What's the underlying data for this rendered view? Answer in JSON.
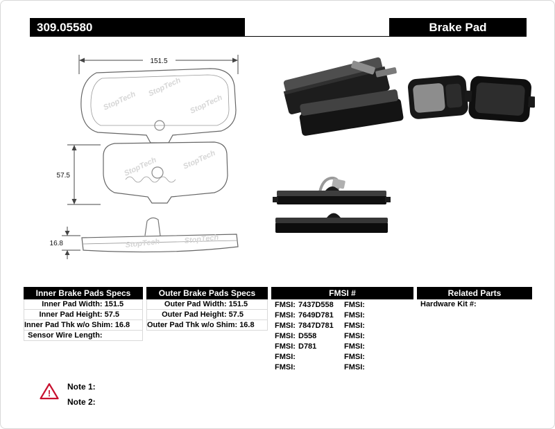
{
  "header": {
    "part_number": "309.05580",
    "title": "Brake Pad"
  },
  "drawing": {
    "watermark": "StopTech",
    "dims": {
      "width": "151.5",
      "height": "57.5",
      "thickness": "16.8"
    }
  },
  "specs": {
    "inner": {
      "title": "Inner Brake Pads Specs",
      "rows": [
        {
          "label": "Inner Pad Width:",
          "value": "151.5"
        },
        {
          "label": "Inner Pad Height:",
          "value": "57.5"
        },
        {
          "label": "Inner Pad Thk w/o Shim:",
          "value": "16.8"
        },
        {
          "label": "Sensor Wire Length:",
          "value": ""
        }
      ]
    },
    "outer": {
      "title": "Outer Brake Pads Specs",
      "rows": [
        {
          "label": "Outer Pad Width:",
          "value": "151.5"
        },
        {
          "label": "Outer Pad Height:",
          "value": "57.5"
        },
        {
          "label": "Outer Pad Thk w/o Shim:",
          "value": "16.8"
        }
      ]
    },
    "fmsi": {
      "title": "FMSI #",
      "rows": [
        {
          "l1": "FMSI:",
          "v1": "7437D558",
          "l2": "FMSI:",
          "v2": ""
        },
        {
          "l1": "FMSI:",
          "v1": "7649D781",
          "l2": "FMSI:",
          "v2": ""
        },
        {
          "l1": "FMSI:",
          "v1": "7847D781",
          "l2": "FMSI:",
          "v2": ""
        },
        {
          "l1": "FMSI:",
          "v1": "D558",
          "l2": "FMSI:",
          "v2": ""
        },
        {
          "l1": "FMSI:",
          "v1": "D781",
          "l2": "FMSI:",
          "v2": ""
        },
        {
          "l1": "FMSI:",
          "v1": "",
          "l2": "FMSI:",
          "v2": ""
        },
        {
          "l1": "FMSI:",
          "v1": "",
          "l2": "FMSI:",
          "v2": ""
        }
      ]
    },
    "related": {
      "title": "Related Parts",
      "rows": [
        {
          "label": "Hardware Kit #:",
          "value": ""
        }
      ]
    }
  },
  "notes": {
    "warning_glyph": "!",
    "note1": "Note 1:",
    "note2": "Note 2:"
  }
}
